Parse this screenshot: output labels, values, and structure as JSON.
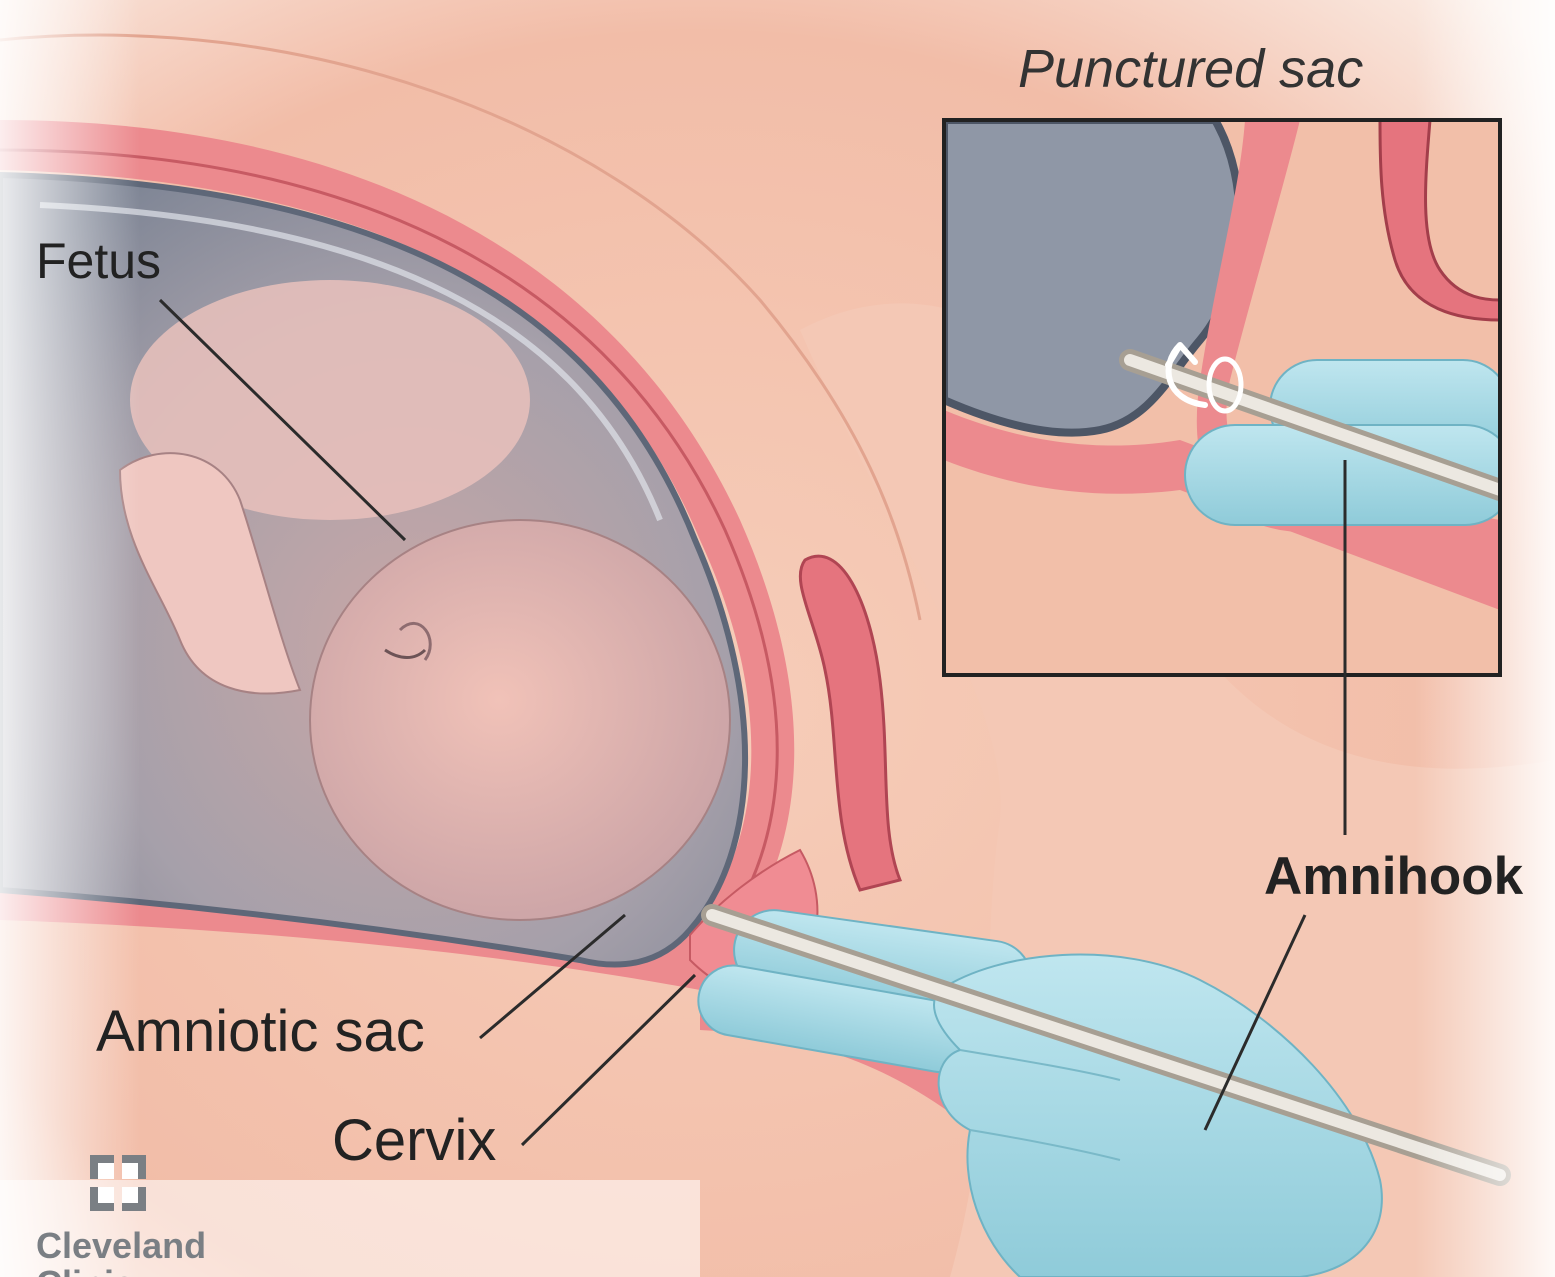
{
  "labels": {
    "fetus": "Fetus",
    "amniotic_sac": "Amniotic sac",
    "cervix": "Cervix",
    "amnihook": "Amnihook"
  },
  "inset": {
    "title": "Punctured sac"
  },
  "logo": {
    "text": "Cleveland Clinic"
  },
  "colors": {
    "skin": "#f3c2ad",
    "uterus_wall": "#ec8a8e",
    "amniotic_fluid": "#8f97a6",
    "glove": "#a9dbe6",
    "hook": "#d9d3c8",
    "leader_line": "#2b2b2b",
    "logo_gray": "#7a7f84"
  }
}
